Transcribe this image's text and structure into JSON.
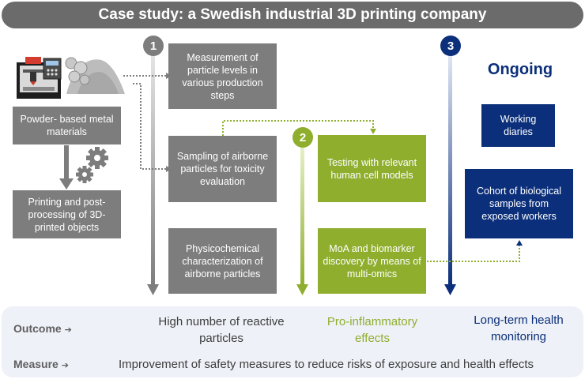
{
  "title": "Case study: a Swedish industrial 3D printing company",
  "left": {
    "materials": "Powder- based metal materials",
    "printing": "Printing and post-processing of 3D-printed objects"
  },
  "steps": {
    "one": "1",
    "two": "2",
    "three": "3"
  },
  "gray_boxes": {
    "measurement": "Measurement of particle levels in various production steps",
    "sampling": "Sampling of airborne particles for toxicity evaluation",
    "physico": "Physicochemical characterization of airborne particles"
  },
  "green_boxes": {
    "testing": "Testing with relevant human cell models",
    "moa": "MoA and biomarker discovery by means of multi-omics"
  },
  "ongoing": {
    "heading": "Ongoing",
    "diaries": "Working diaries",
    "cohort": "Cohort of biological samples from exposed workers"
  },
  "bottom": {
    "outcome_label": "Outcome",
    "outcome_arrow": "➔",
    "outcome_1": "High number of reactive particles",
    "outcome_2": "Pro-inflammatory effects",
    "outcome_3": "Long-term health monitoring",
    "measure_label": "Measure",
    "measure_arrow": "➔",
    "measure_text": "Improvement of safety measures to reduce risks of exposure and health effects"
  },
  "colors": {
    "gray": "#7d7d7d",
    "green": "#8fae2e",
    "navy": "#0b2f7a"
  }
}
